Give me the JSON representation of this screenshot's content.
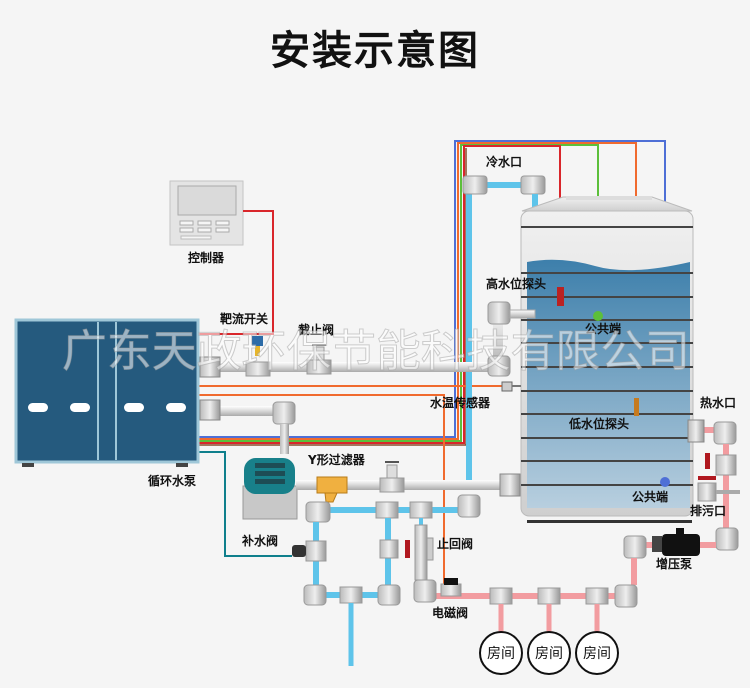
{
  "title": "安装示意图",
  "watermark": "广东天政环保节能科技有限公司",
  "labels": {
    "controller": "控制器",
    "target_flow_switch": "靶流开关",
    "stop_valve": "截止阀",
    "cold_water_inlet": "冷水口",
    "high_level_probe": "高水位探头",
    "common_terminal_top": "公共端",
    "water_temp_sensor": "水温传感器",
    "low_level_probe": "低水位探头",
    "hot_water_outlet": "热水口",
    "common_terminal_bottom": "公共端",
    "drain_outlet": "排污口",
    "y_filter": "Y形过滤器",
    "circulation_pump": "循环水泵",
    "makeup_valve": "补水阀",
    "check_valve": "止回阀",
    "solenoid_valve": "电磁阀",
    "booster_pump": "增压泵"
  },
  "rooms": [
    "房间",
    "房间",
    "房间"
  ],
  "colors": {
    "cold_pipe": "#5ec4ea",
    "hot_pipe": "#f29ca0",
    "wire_red": "#d9262b",
    "wire_green": "#5cbf3a",
    "wire_orange": "#f06a2e",
    "wire_blue": "#4e6fd6",
    "wire_brown": "#8a4b2a",
    "wire_teal": "#0f7f8c",
    "unit_body": "#255a7e",
    "tank_water": "#4c8db5"
  }
}
